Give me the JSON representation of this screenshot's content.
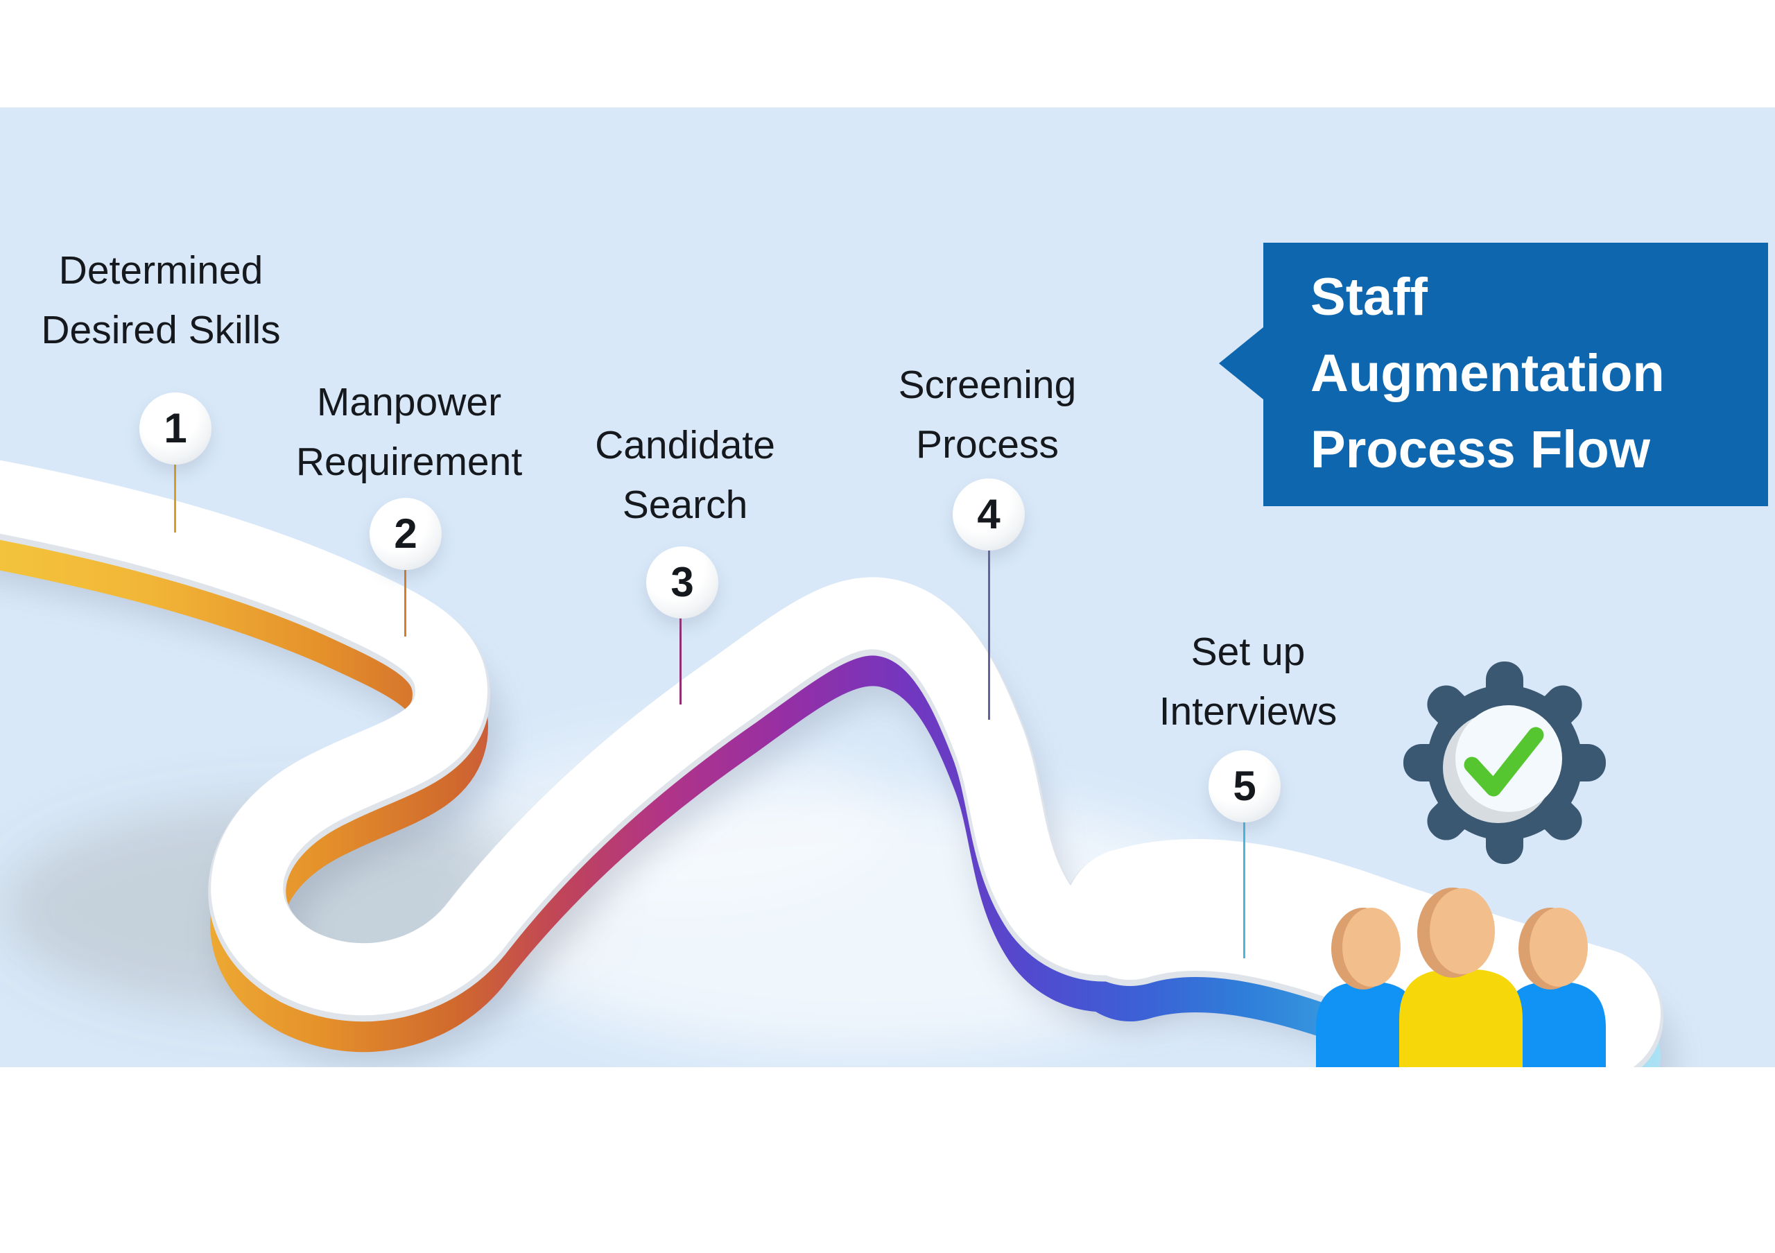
{
  "banner": {
    "title_line1": "Staff",
    "title_line2": "Augmentation",
    "title_line3": "Process Flow",
    "bg_color": "#0e66af",
    "text_color": "#ffffff"
  },
  "steps": [
    {
      "number": "1",
      "line1": "Determined",
      "line2": "Desired Skills",
      "stem_color": "#d79e1f"
    },
    {
      "number": "2",
      "line1": "Manpower",
      "line2": "Requirement",
      "stem_color": "#d97c28"
    },
    {
      "number": "3",
      "line1": "Candidate",
      "line2": "Search",
      "stem_color": "#8f2f70"
    },
    {
      "number": "4",
      "line1": "Screening",
      "line2": "Process",
      "stem_color": "#63639a"
    },
    {
      "number": "5",
      "line1": "Set up",
      "line2": "Interviews",
      "stem_color": "#49b7da"
    }
  ],
  "icons": {
    "gear": "gear-with-green-checkmark",
    "people": "three-people-team"
  },
  "colors": {
    "page_background": "#ffffff",
    "content_background": "#d8e8f8",
    "road_top": "#ffffff",
    "road_gradient": [
      "#f4c93e",
      "#f2b637",
      "#e5922b",
      "#d0692d",
      "#c04558",
      "#b13487",
      "#962fa4",
      "#7436be",
      "#5349ce",
      "#3b62d6",
      "#2f7fd9",
      "#3faee4",
      "#7fd0ee",
      "#aee2f5"
    ],
    "gear_color": "#3b5872",
    "check_green": "#55c62f",
    "skin": "#f2be8c",
    "skin_shade": "#dca06e",
    "body_blue": "#1193f5",
    "body_yellow": "#f6d70a",
    "label_text": "#15181c"
  }
}
